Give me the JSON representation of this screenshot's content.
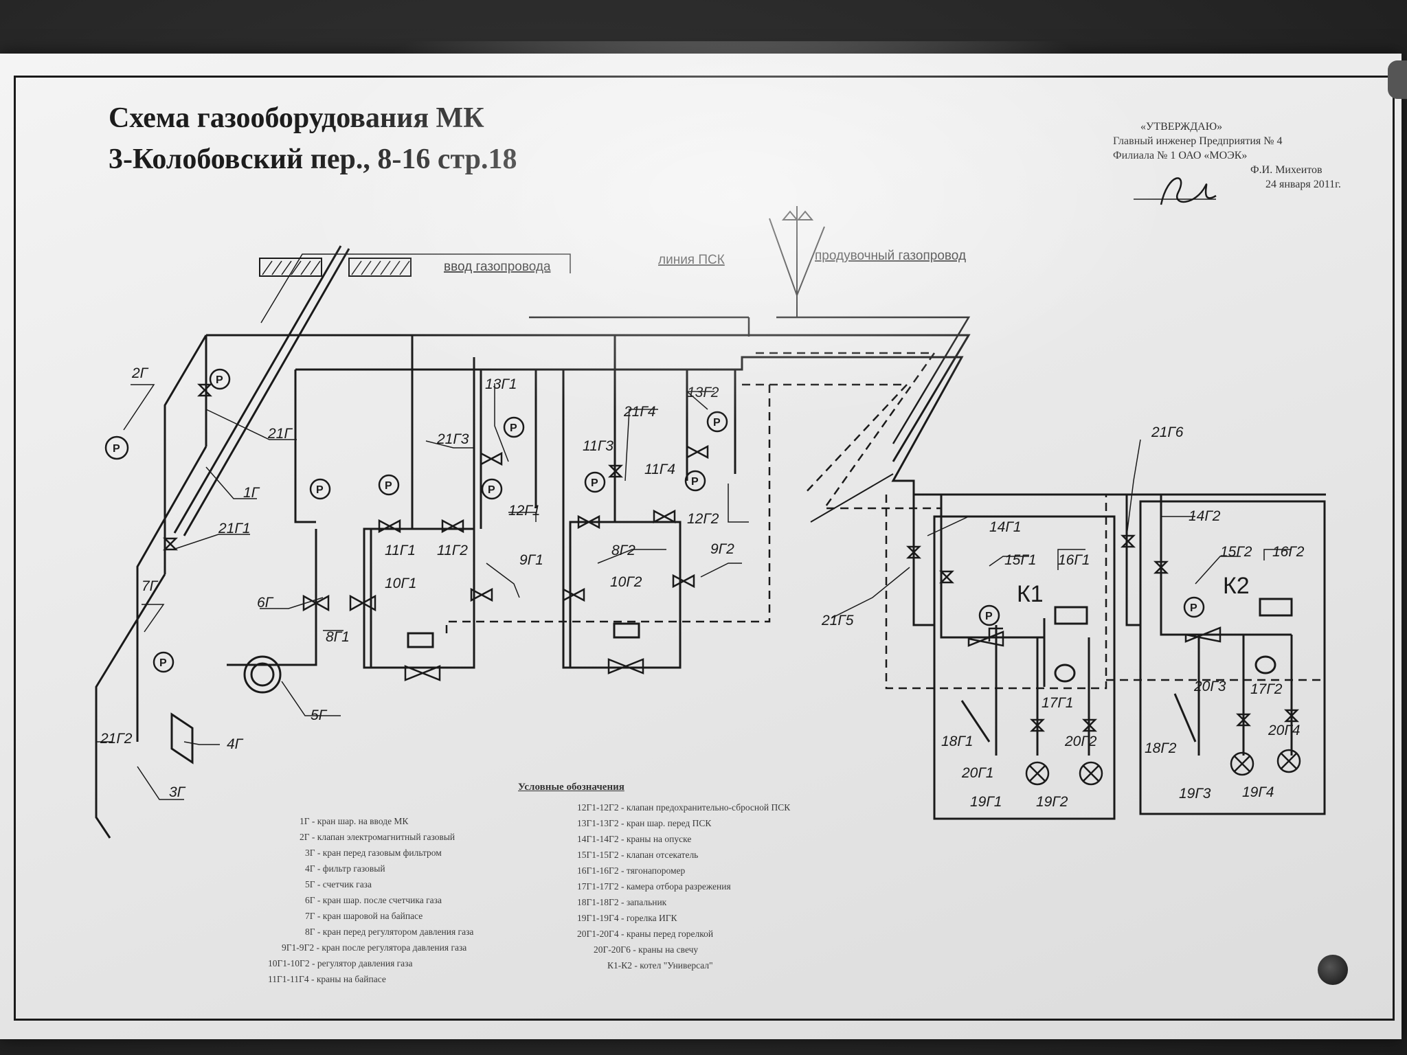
{
  "title": {
    "line1": "Схема газооборудования МК",
    "line2": "3-Колобовский пер., 8-16 стр.18"
  },
  "approval": {
    "lines": [
      "«УТВЕРЖДАЮ»",
      "Главный инженер Предприятия № 4",
      "Филиала № 1 ОАО «МОЭК»",
      "Ф.И. Михеитов",
      "24 января 2011г."
    ]
  },
  "pipe_labels": {
    "inlet": "ввод газопровода",
    "psk": "линия ПСК",
    "purge": "продувочный газопровод"
  },
  "boilers": {
    "k1": "К1",
    "k2": "К2"
  },
  "tags": {
    "t1": "1Г",
    "t2": "2Г",
    "t3": "3Г",
    "t4": "4Г",
    "t5": "5Г",
    "t6": "6Г",
    "t7": "7Г",
    "t8g1": "8Г1",
    "t8g2": "8Г2",
    "t9g1": "9Г1",
    "t9g2": "9Г2",
    "t10g1": "10Г1",
    "t10g2": "10Г2",
    "t11g1": "11Г1",
    "t11g2": "11Г2",
    "t11g3": "11Г3",
    "t11g4": "11Г4",
    "t12g1": "12Г1",
    "t12g2": "12Г2",
    "t13g1": "13Г1",
    "t13g2": "13Г2",
    "t14g1": "14Г1",
    "t14g2": "14Г2",
    "t15g1": "15Г1",
    "t15g2": "15Г2",
    "t16g1": "16Г1",
    "t16g2": "16Г2",
    "t17g1": "17Г1",
    "t17g2": "17Г2",
    "t18g1": "18Г1",
    "t18g2": "18Г2",
    "t19g1": "19Г1",
    "t19g2": "19Г2",
    "t19g3": "19Г3",
    "t19g4": "19Г4",
    "t20g1": "20Г1",
    "t20g2": "20Г2",
    "t20g3": "20Г3",
    "t20g4": "20Г4",
    "t21g": "21Г",
    "t21g1": "21Г1",
    "t21g2": "21Г2",
    "t21g3": "21Г3",
    "t21g4": "21Г4",
    "t21g5": "21Г5",
    "t21g6": "21Г6",
    "gauge": "P"
  },
  "legend": {
    "title": "Условные обозначения",
    "left": [
      "1Г - кран шар. на вводе МК",
      "2Г - клапан электромагнитный газовый",
      "3Г - кран перед газовым фильтром",
      "4Г - фильтр газовый",
      "5Г - счетчик газа",
      "6Г - кран шар. после счетчика газа",
      "7Г - кран шаровой на байпасе",
      "8Г - кран перед регулятором давления газа",
      "9Г1-9Г2 - кран после регулятора давления газа",
      "10Г1-10Г2 - регулятор давления газа",
      "11Г1-11Г4 - краны на байпасе"
    ],
    "right": [
      "12Г1-12Г2 - клапан предохранительно-сбросной ПСК",
      "13Г1-13Г2 - кран шар. перед ПСК",
      "14Г1-14Г2 - краны на опуске",
      "15Г1-15Г2 - клапан отсекатель",
      "16Г1-16Г2 - тягонапоромер",
      "17Г1-17Г2 - камера отбора разрежения",
      "18Г1-18Г2 - запальник",
      "19Г1-19Г4 - горелка ИГК",
      "20Г1-20Г4 - краны перед горелкой",
      "20Г-20Г6 - краны на свечу",
      "К1-К2 - котел \"Универсал\""
    ]
  }
}
